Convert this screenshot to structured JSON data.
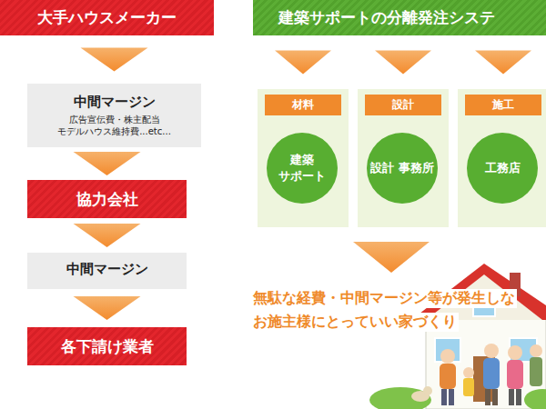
{
  "diagram": {
    "nodes": [
      {
        "text": [
          "大手ハウスメーカー"
        ]
      },
      {
        "text": [
          "中間マージン",
          "広告宣伝費・株主配当 モデルハウス維持費...etc..."
        ]
      },
      {
        "text": [
          "協力会社"
        ]
      },
      {
        "text": [
          "中間マージン"
        ]
      },
      {
        "text": [
          "各下請け業者"
        ]
      },
      {
        "text": [
          "建築サポートの分離発注システ"
        ]
      },
      {
        "text": [
          "材料"
        ]
      },
      {
        "text": [
          "建築 サポート"
        ],
        "in": 6
      },
      {
        "text": [
          "設計"
        ]
      },
      {
        "text": [
          "設計 事務所"
        ],
        "in": 8
      },
      {
        "text": [
          "施工"
        ]
      },
      {
        "text": [
          "工務店"
        ],
        "in": 10
      }
    ],
    "edges": [
      {
        "from": 0,
        "to": 1,
        "arrow": "to"
      },
      {
        "from": 1,
        "to": 2,
        "arrow": "to"
      },
      {
        "from": 2,
        "to": 3,
        "arrow": "to"
      },
      {
        "from": 3,
        "to": 4,
        "arrow": "to"
      },
      {
        "from": 5,
        "to": 6,
        "arrow": "to"
      },
      {
        "from": 5,
        "to": 8,
        "arrow": "to"
      },
      {
        "from": 5,
        "to": 10,
        "arrow": "to"
      }
    ],
    "labels": [
      "無駄な経費・中間マージン等が発生しな",
      "お施主様にとっていい家づくり"
    ]
  }
}
